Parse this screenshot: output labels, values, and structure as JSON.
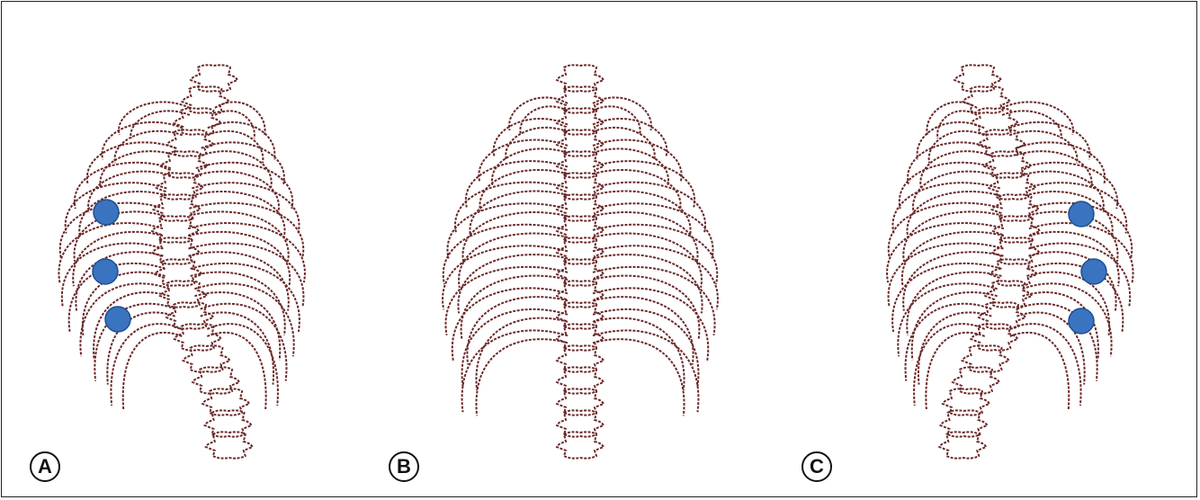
{
  "panels": [
    {
      "id": "A",
      "label": "A",
      "view": "ribcage-curved-left",
      "markers": 3
    },
    {
      "id": "B",
      "label": "B",
      "view": "ribcage-straight",
      "markers": 0
    },
    {
      "id": "C",
      "label": "C",
      "view": "ribcage-curved-right",
      "markers": 3
    }
  ],
  "colors": {
    "bone_outline": "#6b2a2a",
    "marker_fill": "#3a73bf",
    "marker_stroke": "#1f4f8f",
    "border": "#222222"
  }
}
